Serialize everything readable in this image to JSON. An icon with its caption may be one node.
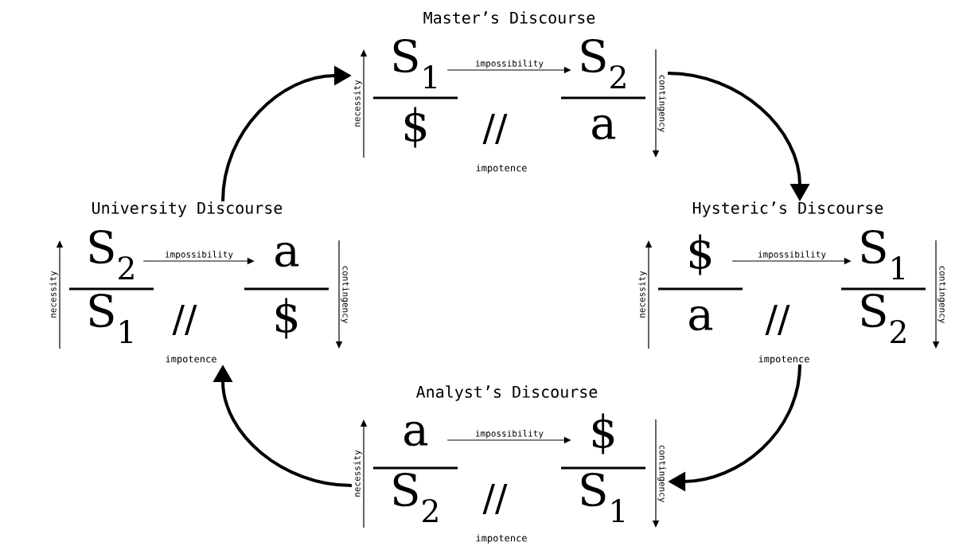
{
  "diagram": {
    "nodes": [
      {
        "text": [
          "Master’s Discourse"
        ]
      },
      {
        "text": [
          "S$_{1}$"
        ],
        "in": 0
      },
      {
        "text": [
          "S$_{2}$"
        ],
        "in": 0
      },
      {
        "text": [
          "$"
        ],
        "in": 0
      },
      {
        "text": [
          "a"
        ],
        "in": 0
      },
      {
        "text": [
          "University Discourse"
        ]
      },
      {
        "text": [
          "S$_{2}$"
        ],
        "in": 5
      },
      {
        "text": [
          "a"
        ],
        "in": 5
      },
      {
        "text": [
          "S$_{1}$"
        ],
        "in": 5
      },
      {
        "text": [
          "$"
        ],
        "in": 5
      },
      {
        "text": [
          "Hysteric’s Discourse"
        ]
      },
      {
        "text": [
          "$"
        ],
        "in": 10
      },
      {
        "text": [
          "S$_{1}$"
        ],
        "in": 10
      },
      {
        "text": [
          "a"
        ],
        "in": 10
      },
      {
        "text": [
          "S$_{2}$"
        ],
        "in": 10
      },
      {
        "text": [
          "Analyst’s Discourse"
        ]
      },
      {
        "text": [
          "a"
        ],
        "in": 15
      },
      {
        "text": [
          "$"
        ],
        "in": 15
      },
      {
        "text": [
          "S$_{2}$"
        ],
        "in": 15
      },
      {
        "text": [
          "S$_{1}$"
        ],
        "in": 15
      }
    ],
    "edges": [
      {
        "from": 1,
        "to": 2,
        "arrow": "to",
        "label": "impossibility"
      },
      {
        "from": 6,
        "to": 7,
        "arrow": "to",
        "label": "impossibility"
      },
      {
        "from": 11,
        "to": 12,
        "arrow": "to",
        "label": "impossibility"
      },
      {
        "from": 16,
        "to": 17,
        "arrow": "to",
        "label": "impossibility"
      },
      {
        "from": 5,
        "to": 0,
        "arrow": "to",
        "style": "thick"
      },
      {
        "from": 0,
        "to": 10,
        "arrow": "to",
        "style": "thick"
      },
      {
        "from": 10,
        "to": 15,
        "arrow": "to",
        "style": "thick"
      },
      {
        "from": 15,
        "to": 5,
        "arrow": "to",
        "style": "thick"
      }
    ],
    "labels": [
      "necessity",
      "contingency",
      "//",
      "impotence",
      "necessity",
      "contingency",
      "//",
      "impotence",
      "necessity",
      "contingency",
      "//",
      "impotence",
      "necessity",
      "contingency",
      "//",
      "impotence"
    ]
  }
}
